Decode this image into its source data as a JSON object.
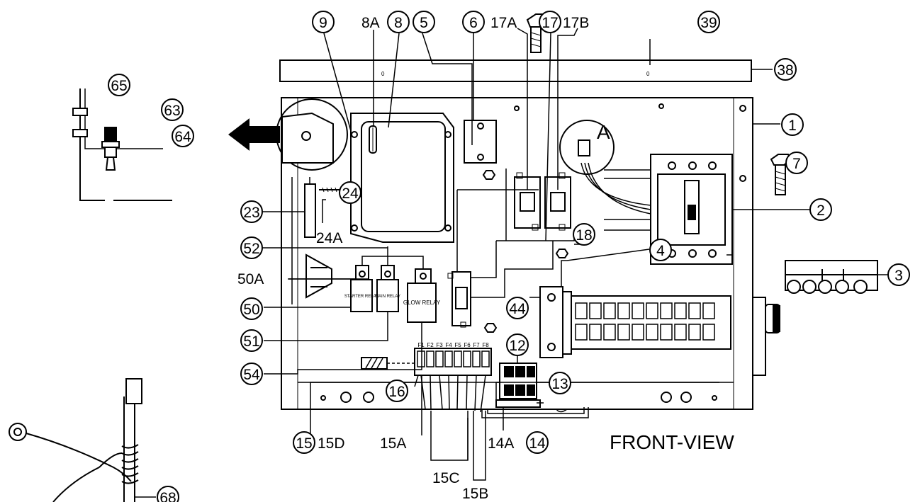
{
  "view_label": "FRONT-VIEW",
  "detail_label": "A",
  "relay_labels": {
    "starter": "STARTER RELAY",
    "main": "MAIN RELAY",
    "glow": "GLOW RELAY"
  },
  "fuse_labels": [
    "F1",
    "F2",
    "F3",
    "F4",
    "F5",
    "F6",
    "F7",
    "F8"
  ],
  "callouts": [
    {
      "id": "c9",
      "text": "9"
    },
    {
      "id": "c8",
      "text": "8"
    },
    {
      "id": "c5",
      "text": "5"
    },
    {
      "id": "c6",
      "text": "6"
    },
    {
      "id": "c17",
      "text": "17"
    },
    {
      "id": "c39",
      "text": "39"
    },
    {
      "id": "c38",
      "text": "38"
    },
    {
      "id": "c65",
      "text": "65"
    },
    {
      "id": "c63",
      "text": "63"
    },
    {
      "id": "c64",
      "text": "64"
    },
    {
      "id": "c1",
      "text": "1"
    },
    {
      "id": "c7",
      "text": "7"
    },
    {
      "id": "c24",
      "text": "24"
    },
    {
      "id": "c2",
      "text": "2"
    },
    {
      "id": "c23",
      "text": "23"
    },
    {
      "id": "c18",
      "text": "18"
    },
    {
      "id": "c52",
      "text": "52"
    },
    {
      "id": "c4",
      "text": "4"
    },
    {
      "id": "c3",
      "text": "3"
    },
    {
      "id": "c50",
      "text": "50"
    },
    {
      "id": "c44",
      "text": "44"
    },
    {
      "id": "c51",
      "text": "51"
    },
    {
      "id": "c12",
      "text": "12"
    },
    {
      "id": "c54",
      "text": "54"
    },
    {
      "id": "c13",
      "text": "13"
    },
    {
      "id": "c16",
      "text": "16"
    },
    {
      "id": "c15",
      "text": "15"
    },
    {
      "id": "c14",
      "text": "14"
    },
    {
      "id": "c68",
      "text": "68"
    }
  ],
  "labels": [
    {
      "id": "l8A",
      "text": "8A"
    },
    {
      "id": "l17A",
      "text": "17A"
    },
    {
      "id": "l17B",
      "text": "17B"
    },
    {
      "id": "l24A",
      "text": "24A"
    },
    {
      "id": "l50A",
      "text": "50A"
    },
    {
      "id": "l15D",
      "text": "15D"
    },
    {
      "id": "l15A",
      "text": "15A"
    },
    {
      "id": "l14A",
      "text": "14A"
    },
    {
      "id": "l15C",
      "text": "15C"
    },
    {
      "id": "l15B",
      "text": "15B"
    }
  ]
}
